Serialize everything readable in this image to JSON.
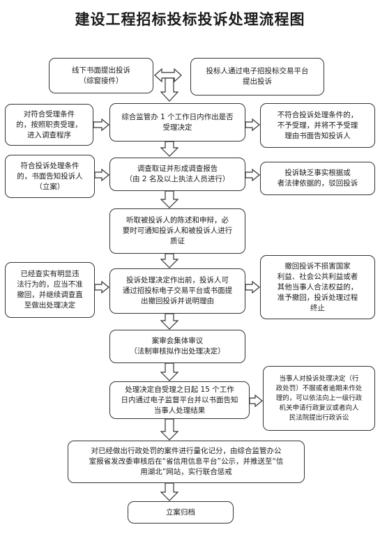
{
  "title": "建设工程招标投标投诉处理流程图",
  "nodes": {
    "offline_submit": "线下书面提出投诉\n（综窗接件）",
    "online_submit": "投标人通过电子招投标交易平台\n提出投诉",
    "acceptance_decision": "综合监管办 1 个工作日内作出是否\n受理决定",
    "accept_investigate": "对符合受理条件\n的，按照职责受理，\n进入调查程序",
    "not_accept": "不符合投诉处理条件的，\n不予受理，并将不予受理\n理由书面告知投诉人",
    "investigation_report": "调查取证并形成调查报告\n（由 2 名及以上执法人员进行）",
    "notify_filed": "符合投诉处理条件\n的，书面告知投诉人\n（立案）",
    "reject_no_basis": "投诉缺乏事实根据或\n者法律依据的，驳回投诉",
    "hearing": "听取被投诉人的陈述和申辩，必\n要时可通知投诉人和被投诉人进行\n质证",
    "withdraw_request": "投诉处理决定作出前，投诉人可\n通过招投标电子交易平台或书面提\n出撤回投诉并说明理由",
    "deny_withdraw": "已经查实有明显违\n法行为的，应当不准\n撤回，并继续调查直\n至做出处理决定",
    "allow_withdraw": "撤回投诉不损害国家\n利益、社会公共利益或者\n其他当事人合法权益的，\n准予撤回，投诉处理过程\n终止",
    "committee_review": "案审会集体审议\n（法制审核拟作出处理决定）",
    "decision_notice": "处理决定自受理之日起 15 个工作\n日内通过电子监督平台并以书面告知\n当事人处理结果",
    "appeal_rights": "当事人对投诉处理决定（行\n政处罚）不服或者逾期未作处\n理的，可以依法向上一级行政\n机关申请行政复议或者向人\n民法院提出行政诉讼",
    "credit_publicity": "对已经做出行政处罚的案件进行量化记分，由综合监管办公\n室报省发改委审核后在“省信用信息平台”公示，并推送至“信\n用湖北”网站，实行联合惩戒",
    "archive": "立案归档"
  }
}
